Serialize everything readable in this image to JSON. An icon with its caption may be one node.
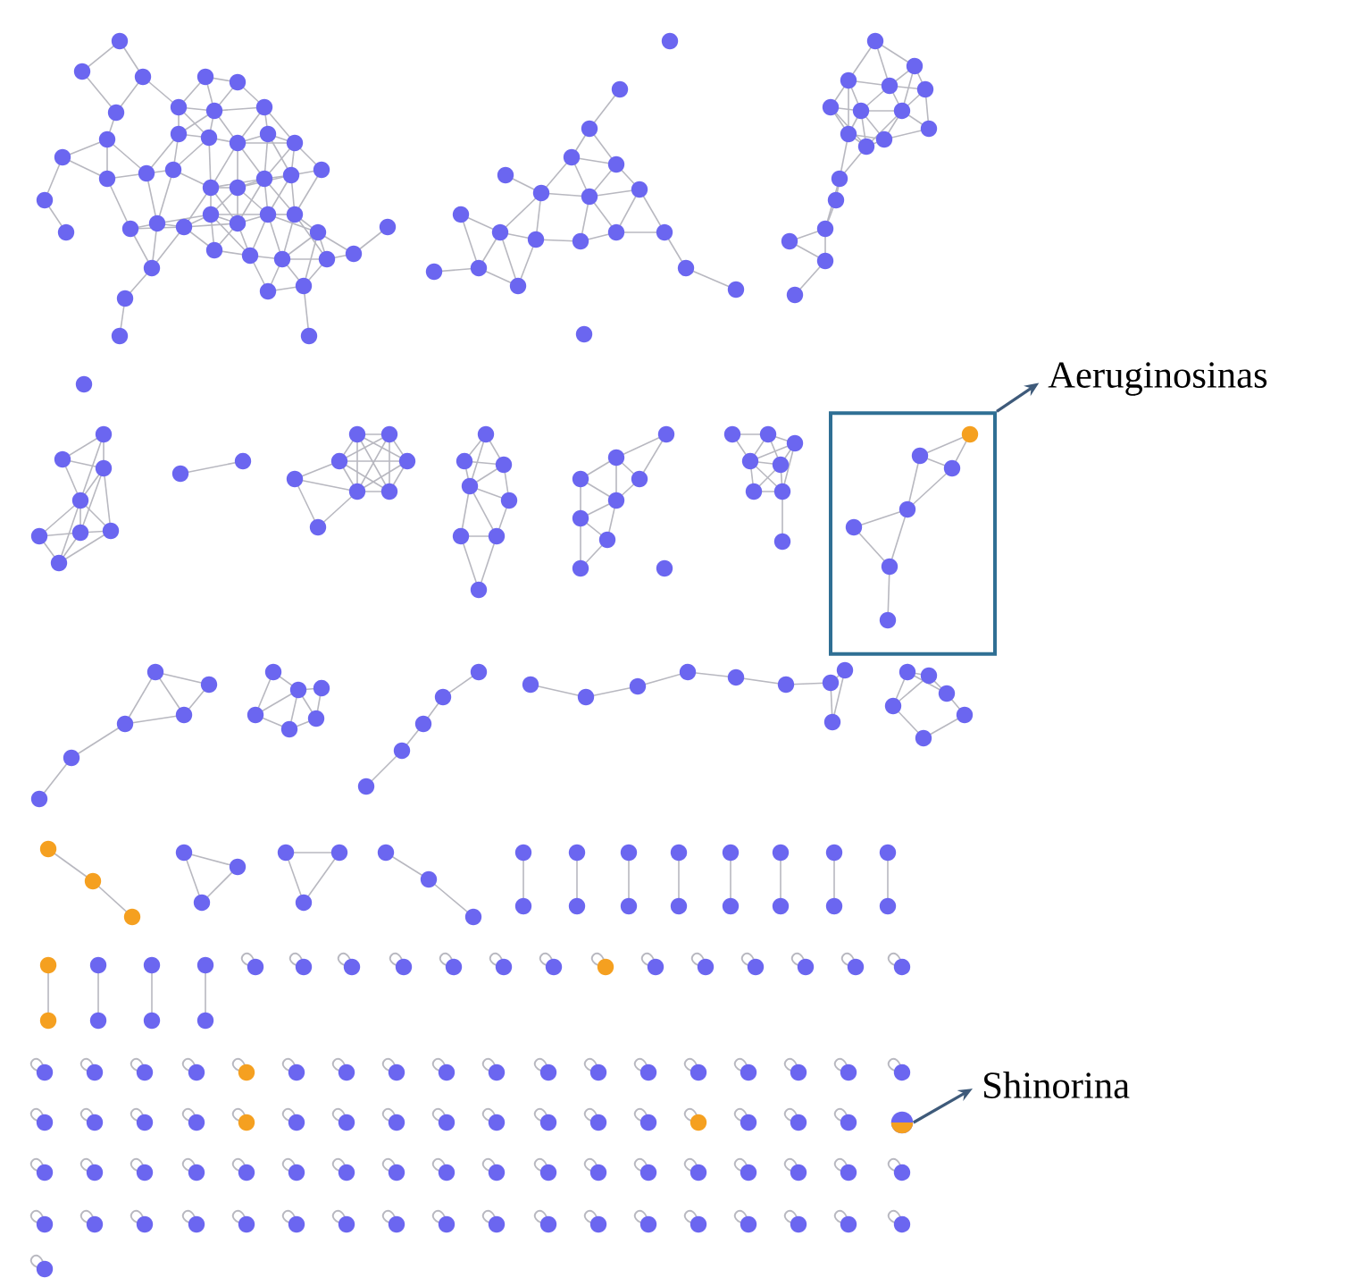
{
  "diagram": {
    "nodes": [
      {
        "text": [],
        "shape": "box"
      },
      {
        "text": [
          "Aeruginosinas"
        ]
      },
      {
        "text": [],
        "shape": "circle"
      },
      {
        "text": [
          "Shinorina"
        ]
      }
    ],
    "edges": [
      {
        "from": 0,
        "to": 1,
        "arrow": "to"
      },
      {
        "from": 2,
        "to": 3,
        "arrow": "to"
      }
    ]
  }
}
